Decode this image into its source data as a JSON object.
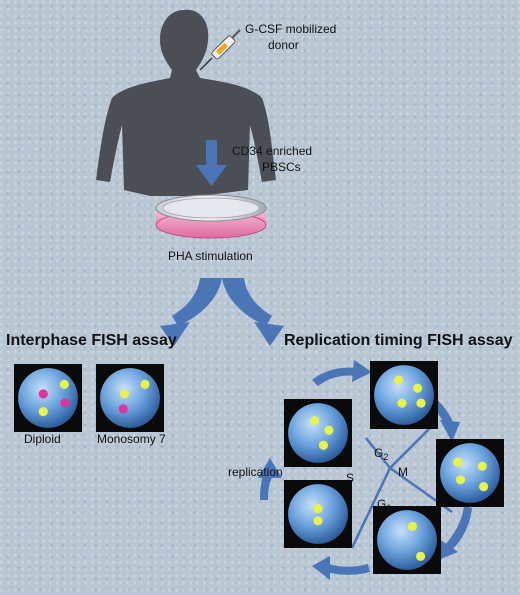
{
  "donor": {
    "line1": "G-CSF mobilized",
    "line2": "donor"
  },
  "enrichment": {
    "line1": "CD34  enriched",
    "line2": "PBSCs"
  },
  "stimulation": "PHA stimulation",
  "interphase": {
    "title": "Interphase FISH assay",
    "diploid_label": "Diploid",
    "monosomy_label": "Monosomy 7"
  },
  "replication_timing": {
    "title": "Replication timing FISH assay",
    "replication_label": "replication",
    "phases": {
      "s": "S",
      "g2_letter": "G",
      "g2_sub": "2",
      "m": "M",
      "g1_letter": "G",
      "g1_sub": "1"
    }
  },
  "colors": {
    "arrow": "#4a76b8",
    "cell_dark": "#0a0a0a",
    "nucleus": "#5a95d8",
    "signal_yellow": "#e8f24a",
    "signal_magenta": "#e0349a",
    "dish_pink": "#ee90b8"
  }
}
